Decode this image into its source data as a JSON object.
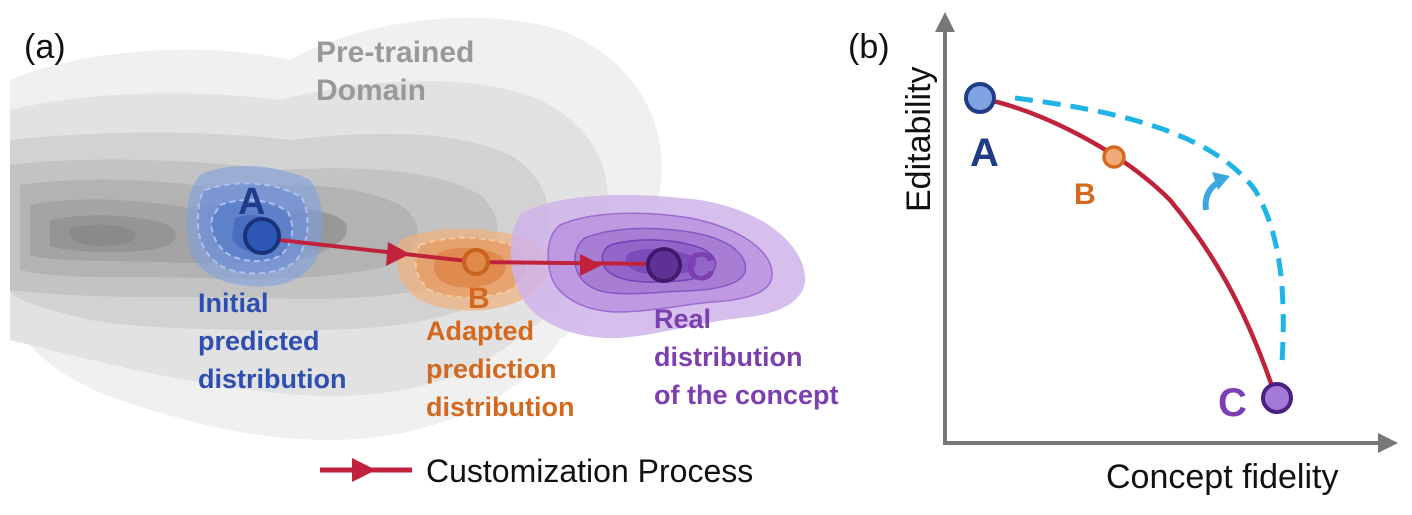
{
  "panel_a": {
    "label": "(a)",
    "domain_label": [
      "Pre-trained",
      "Domain"
    ],
    "point_a": "A",
    "point_b": "B",
    "point_c": "C",
    "initial_label": [
      "Initial",
      "predicted",
      "distribution"
    ],
    "adapted_label": [
      "Adapted",
      "prediction",
      "distribution"
    ],
    "real_label": [
      "Real",
      "distribution",
      "of the concept"
    ],
    "legend_label": "Customization Process"
  },
  "panel_b": {
    "label": "(b)",
    "y_axis_label": "Editability",
    "x_axis_label": "Concept fidelity",
    "point_a": "A",
    "point_b": "B",
    "point_c": "C"
  },
  "colors": {
    "blue": "#2f4fb0",
    "dark_blue": "#1f3c88",
    "orange": "#d2691e",
    "purple": "#7b3fb0",
    "red": "#c0223b",
    "cyan": "#1fb3e6",
    "gray_text": "#999999"
  }
}
